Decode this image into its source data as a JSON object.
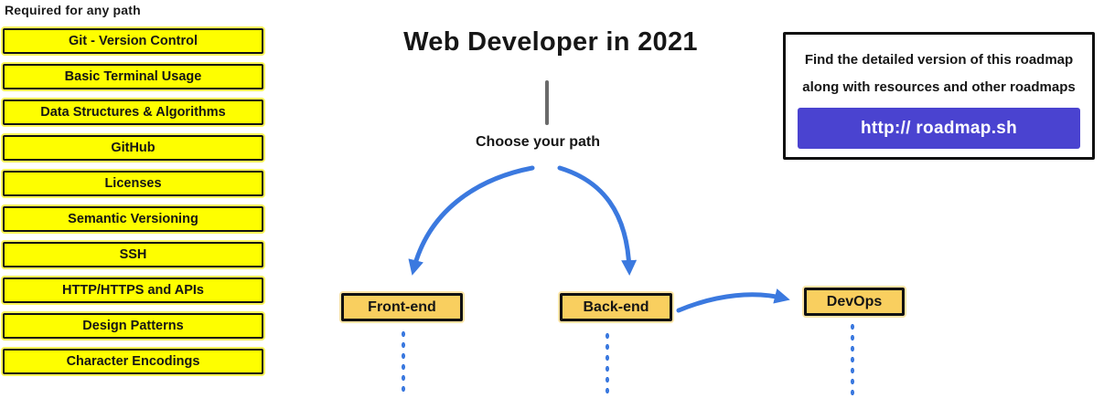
{
  "colors": {
    "highlight_yellow": "#FEFE00",
    "node_orange": "#F9CF5F",
    "arrow_blue": "#3B79DF",
    "button_purple": "#4A43D0",
    "line_gray": "#6A6A6A",
    "border_black": "#111111"
  },
  "left_column": {
    "heading": "Required for any path",
    "items": [
      "Git - Version Control",
      "Basic Terminal Usage",
      "Data Structures & Algorithms",
      "GitHub",
      "Licenses",
      "Semantic Versioning",
      "SSH",
      "HTTP/HTTPS and APIs",
      "Design Patterns",
      "Character Encodings"
    ]
  },
  "center": {
    "title": "Web Developer in 2021",
    "prompt": "Choose your path",
    "paths": [
      {
        "label": "Front-end"
      },
      {
        "label": "Back-end"
      },
      {
        "label": "DevOps"
      }
    ]
  },
  "info_box": {
    "line1": "Find the detailed version of this roadmap",
    "line2": "along with resources and other roadmaps",
    "button_label": "http:// roadmap.sh"
  }
}
